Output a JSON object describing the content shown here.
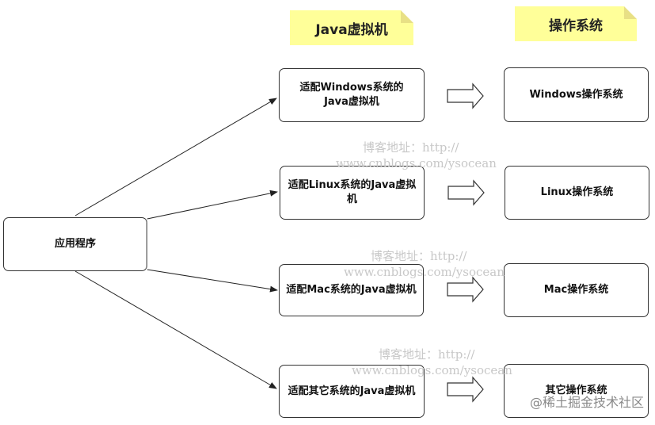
{
  "headers": {
    "jvm": "Java虚拟机",
    "os": "操作系统"
  },
  "app": {
    "label": "应用程序"
  },
  "jvms": [
    {
      "label": "适配Windows系统的Java虚拟机"
    },
    {
      "label": "适配Linux系统的Java虚拟机"
    },
    {
      "label": "适配Mac系统的Java虚拟机"
    },
    {
      "label": "适配其它系统的Java虚拟机"
    }
  ],
  "oses": [
    {
      "label": "Windows操作系统"
    },
    {
      "label": "Linux操作系统"
    },
    {
      "label": "Mac操作系统"
    },
    {
      "label": "其它操作系统"
    }
  ],
  "watermark": {
    "line1": "博客地址：http://",
    "line2": "www.cnblogs.com/ysocean"
  },
  "credit": "@稀土掘金技术社区"
}
